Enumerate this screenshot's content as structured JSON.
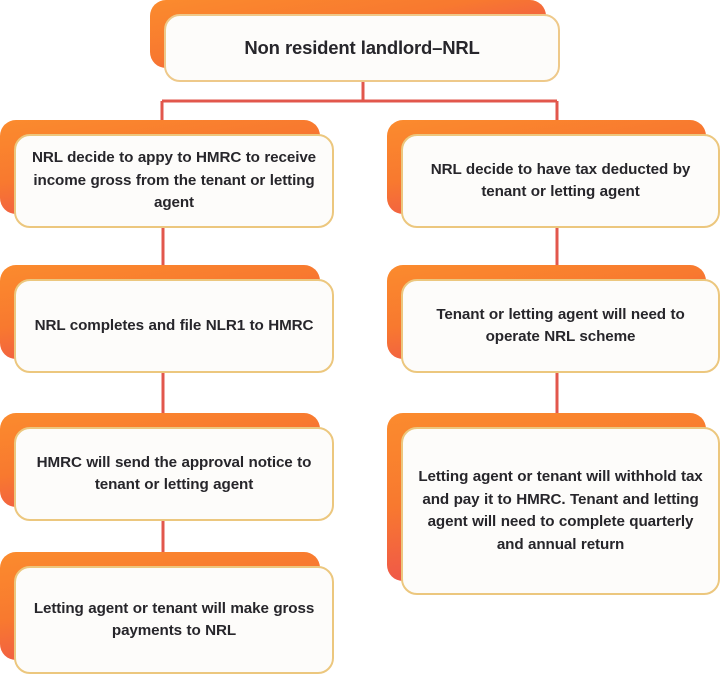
{
  "diagram": {
    "title": "Non resident landlord (NRL) process flowchart",
    "colors": {
      "slab_gradient_start": "#fb8b2e",
      "slab_gradient_end": "#ec4f63",
      "card_background": "#fdfcfa",
      "card_border": "#ecc77e",
      "connector_line": "#e2574c",
      "text": "#27262b",
      "page_background": "#ffffff"
    },
    "root": {
      "id": "non-resident-landlord-nrl",
      "label": "Non resident landlord–NRL"
    },
    "branches": [
      {
        "id": "gross-income-branch",
        "side": "left",
        "steps": [
          {
            "id": "nrl-apply-to-hmrc",
            "label": "NRL decide to appy to HMRC to receive income gross from the tenant or letting agent"
          },
          {
            "id": "nrl-file-nlr1",
            "label": "NRL completes and file NLR1 to HMRC"
          },
          {
            "id": "hmrc-approval-notice",
            "label": "HMRC will send the approval notice to tenant or letting agent"
          },
          {
            "id": "gross-payments-to-nrl",
            "label": "Letting agent or tenant will make gross payments to NRL"
          }
        ]
      },
      {
        "id": "tax-deducted-branch",
        "side": "right",
        "steps": [
          {
            "id": "nrl-tax-deducted",
            "label": "NRL decide to have tax deducted by tenant or letting agent"
          },
          {
            "id": "operate-nrl-scheme",
            "label": "Tenant or letting agent will need to operate NRL scheme"
          },
          {
            "id": "withhold-tax-and-returns",
            "label": "Letting agent or tenant will withhold tax and pay it to HMRC. Tenant and letting agent will need to complete quarterly and annual return"
          }
        ]
      }
    ]
  }
}
